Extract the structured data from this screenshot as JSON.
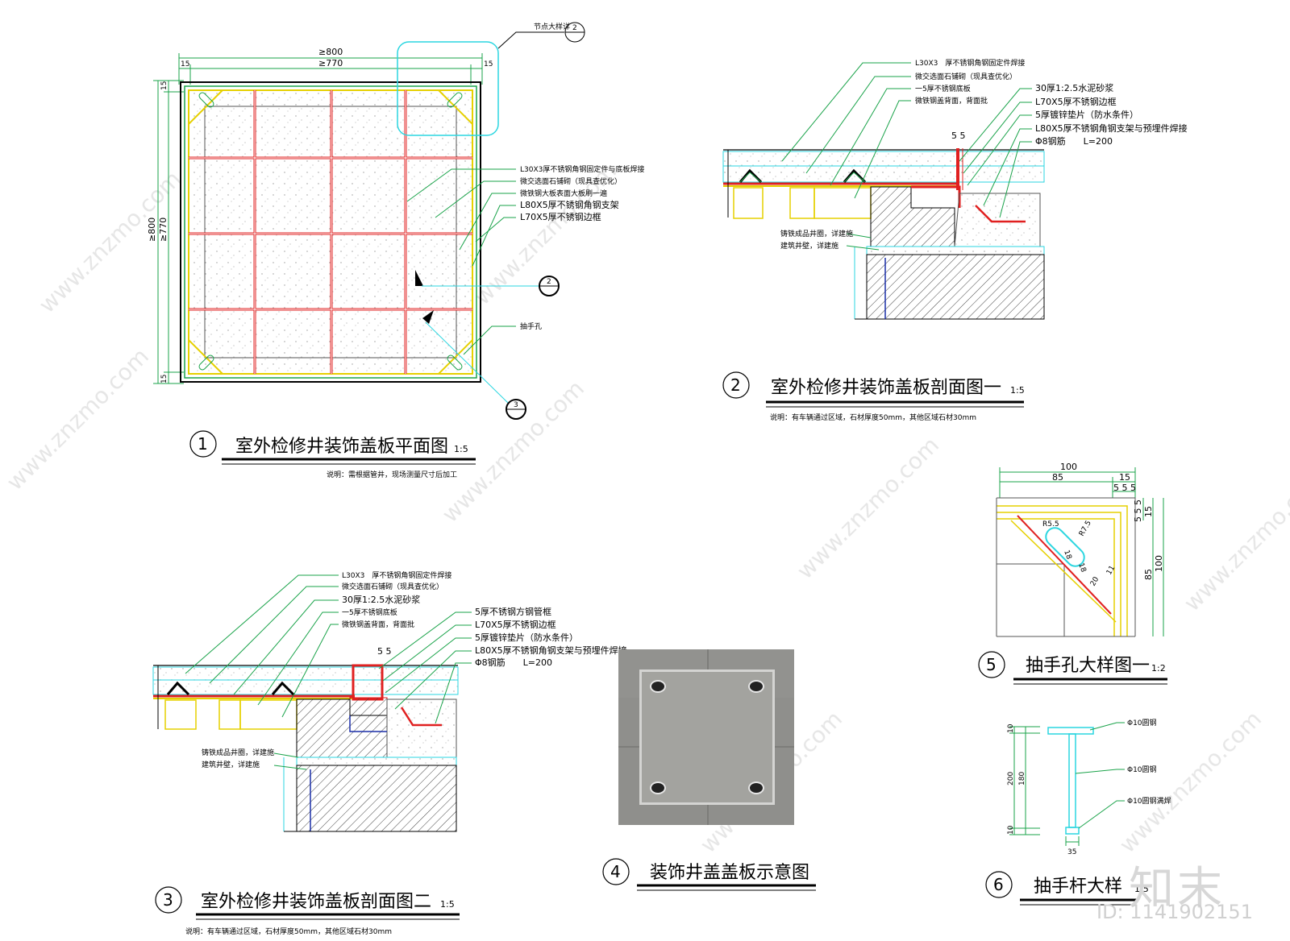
{
  "watermark": {
    "site": "www.znzmo.com",
    "brand": "知末",
    "id_text": "ID: 1141902151"
  },
  "callout_top": {
    "label": "节点大样详",
    "ref": "2"
  },
  "plan": {
    "dim_top_outer": "≥800",
    "dim_top_inner": "≥770",
    "dim_edge_left": "15",
    "dim_edge_right": "15",
    "dim_side_outer": "≥800",
    "dim_side_inner": "≥770",
    "dim_side_top": "15",
    "dim_side_bottom": "15",
    "note_1": "L30X3厚不锈钢角钢固定件与底板焊接",
    "note_2": "微交选面石铺砌（现具查优化）",
    "note_3": "微铁钢大板表面大板刷一遍",
    "note_4": "L80X5厚不锈钢角钢支架",
    "note_5": "L70X5厚不锈钢边框",
    "note_handle": "抽手孔",
    "section_mark_a": "2",
    "section_mark_b": "3",
    "title_num": "1",
    "title": "室外检修井装饰盖板平面图",
    "scale": "1:5",
    "remark": "说明：需根据管井，现场测量尺寸后加工"
  },
  "section1": {
    "n1": "L30X3　厚不锈钢角钢固定件焊接",
    "n2": "微交选面石铺砌（现具查优化）",
    "n3": "一5厚不锈钢底板",
    "n4": "微铁钢盖背面，背面批",
    "n5": "30厚1:2.5水泥砂浆",
    "n6": "L70X5厚不锈钢边框",
    "n7": "5厚镀锌垫片（防水条件）",
    "n8": "L80X5厚不锈钢角钢支架与预埋件焊接",
    "n9": "Φ8钢筋　　L=200",
    "dim": "5 5",
    "left1": "铸铁成品井圈，详建施",
    "left2": "建筑井壁，详建施",
    "title_num": "2",
    "title": "室外检修井装饰盖板剖面图一",
    "scale": "1:5",
    "remark": "说明：有车辆通过区域，石材厚度50mm，其他区域石材30mm"
  },
  "section2": {
    "n1": "L30X3　厚不锈钢角钢固定件焊接",
    "n2": "微交选面石铺砌（现具查优化）",
    "n3": "30厚1:2.5水泥砂浆",
    "n4": "一5厚不锈钢底板",
    "n5": "微铁钢盖背面，背面批",
    "n6": "5厚不锈钢方钢管框",
    "n7": "L70X5厚不锈钢边框",
    "n8": "5厚镀锌垫片（防水条件）",
    "n9": "L80X5厚不锈钢角钢支架与预埋件焊接",
    "n10": "Φ8钢筋　　L=200",
    "dim": "5 5",
    "left1": "铸铁成品井圈，详建施",
    "left2": "建筑井壁，详建施",
    "title_num": "3",
    "title": "室外检修井装饰盖板剖面图二",
    "scale": "1:5",
    "remark": "说明：有车辆通过区域，石材厚度50mm，其他区域石材30mm"
  },
  "photo": {
    "title_num": "4",
    "title": "装饰井盖盖板示意图"
  },
  "hole_detail": {
    "dim_total": "100",
    "dim_85": "85",
    "dim_15": "15",
    "dim_555": "5 5 5",
    "dim_side_555": "5 5 5",
    "dim_side_15": "15",
    "dim_side_85": "85",
    "dim_side_100": "100",
    "r1": "R5.5",
    "r2": "R7.5",
    "d18a": "18",
    "d18b": "18",
    "d20": "20",
    "d11": "11",
    "title_num": "5",
    "title": "抽手孔大样图一",
    "scale": "1:2"
  },
  "handle_detail": {
    "n1": "Φ10圆钢",
    "n2": "Φ10圆钢",
    "n3": "Φ10圆钢满焊",
    "dim_10_top": "10",
    "dim_200": "200",
    "dim_180": "180",
    "dim_10_bot": "10",
    "dim_35": "35",
    "title_num": "6",
    "title": "抽手杆大样",
    "scale": "1:5"
  }
}
